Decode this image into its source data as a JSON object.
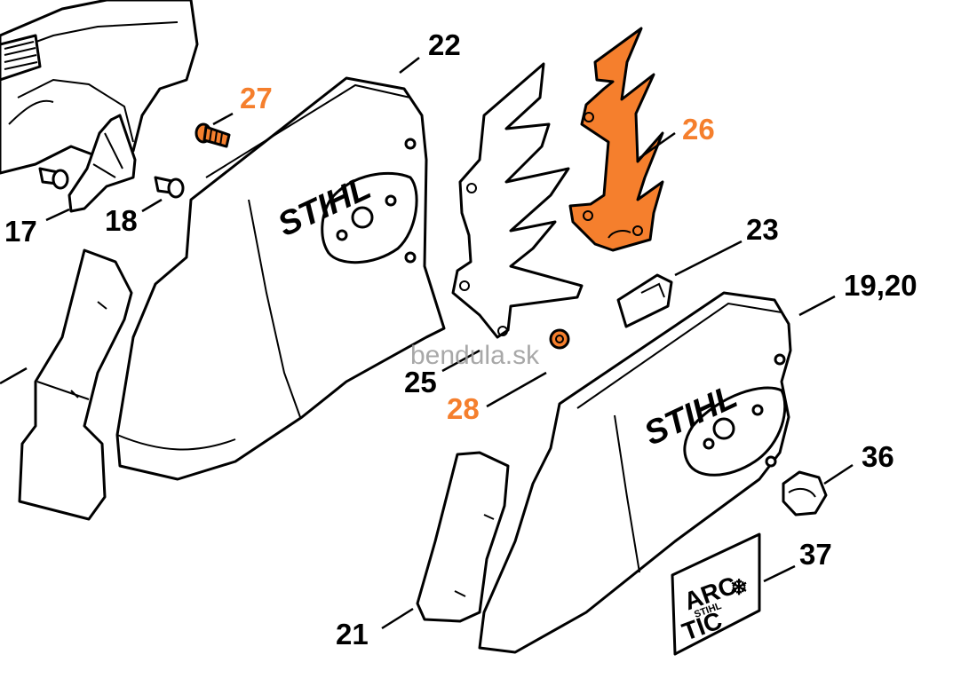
{
  "watermark": "bendula.sk",
  "brand_text": "STIHL",
  "badge": {
    "line1": "ARC",
    "small": "STIHL",
    "line2": "TIC",
    "flake": "❄"
  },
  "colors": {
    "highlight": "#f57f2d",
    "outline": "#000000",
    "label": "#000000"
  },
  "labels": {
    "p17": "17",
    "p18": "18",
    "p19_20": "19,20",
    "p21": "21",
    "p22": "22",
    "p23": "23",
    "p25": "25",
    "p26": "26",
    "p27": "27",
    "p28": "28",
    "p36": "36",
    "p37": "37"
  }
}
